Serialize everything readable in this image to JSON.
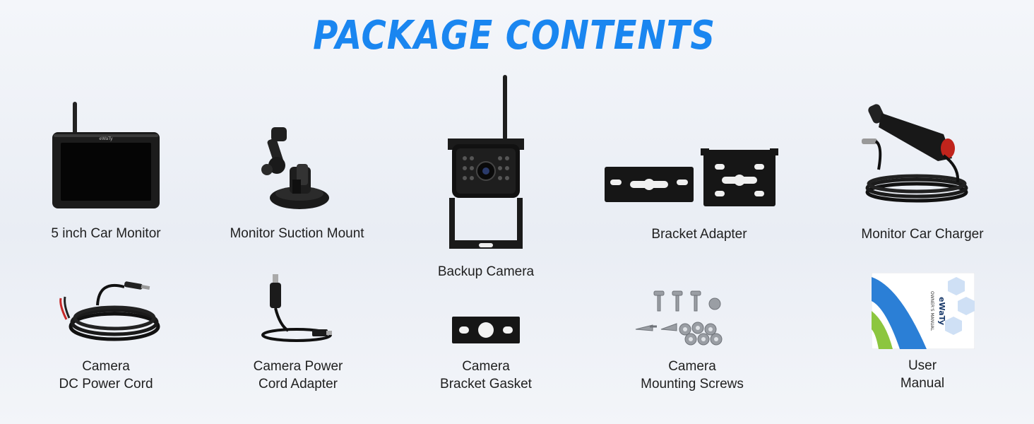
{
  "title": "PACKAGE CONTENTS",
  "colors": {
    "title_blue": "#1a86f0",
    "device_black": "#1a1a1a",
    "manual_blue": "#2b7fd6",
    "manual_green": "#8cc63f"
  },
  "items": {
    "monitor": {
      "label": "5 inch Car Monitor",
      "icon": "car-monitor-icon",
      "brand": "eWaTy"
    },
    "suction_mount": {
      "label": "Monitor Suction Mount",
      "icon": "suction-mount-icon"
    },
    "backup_camera": {
      "label": "Backup Camera",
      "icon": "backup-camera-icon"
    },
    "bracket_adapter": {
      "label": "Bracket Adapter",
      "icon": "bracket-adapter-icon"
    },
    "car_charger": {
      "label": "Monitor Car Charger",
      "icon": "car-charger-icon"
    },
    "dc_power_cord": {
      "label_line1": "Camera",
      "label_line2": "DC Power Cord",
      "icon": "dc-power-cord-icon"
    },
    "power_cord_adapter": {
      "label_line1": "Camera Power",
      "label_line2": "Cord Adapter",
      "icon": "power-cord-adapter-icon"
    },
    "bracket_gasket": {
      "label_line1": "Camera",
      "label_line2": "Bracket Gasket",
      "icon": "bracket-gasket-icon"
    },
    "mounting_screws": {
      "label_line1": "Camera",
      "label_line2": "Mounting Screws",
      "icon": "mounting-screws-icon"
    },
    "user_manual": {
      "label_line1": "User",
      "label_line2": "Manual",
      "icon": "user-manual-icon",
      "cover_brand": "eWaTy",
      "cover_title": "OWNER'S MANUAL"
    }
  }
}
